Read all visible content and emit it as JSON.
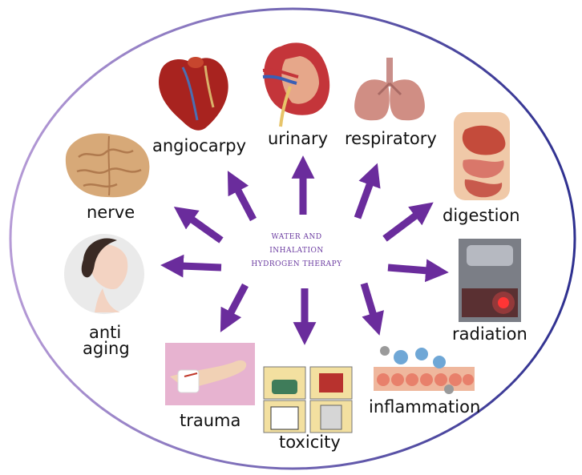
{
  "center": {
    "line1": "WATER AND",
    "line2": "INHALATION",
    "line3": "HYDROGEN THERAPY"
  },
  "labels": {
    "angiocarpy": "angiocarpy",
    "urinary": "urinary",
    "respiratory": "respiratory",
    "nerve": "nerve",
    "digestion": "digestion",
    "anti": "anti",
    "aging": "aging",
    "radiation": "radiation",
    "trauma": "trauma",
    "toxicity": "toxicity",
    "inflammation": "inflammation"
  },
  "colors": {
    "arrow": "#6a2c9c",
    "ellipse_left": "#b59ad6",
    "ellipse_right": "#2d2f8f",
    "center_text": "#6a3aa0"
  },
  "icons": [
    "heart-icon",
    "kidney-icon",
    "lungs-icon",
    "brain-icon",
    "digestive-system-icon",
    "face-icon",
    "radiation-machine-icon",
    "bandaged-arm-icon",
    "toxicity-panels-icon",
    "inflammation-cells-icon"
  ]
}
